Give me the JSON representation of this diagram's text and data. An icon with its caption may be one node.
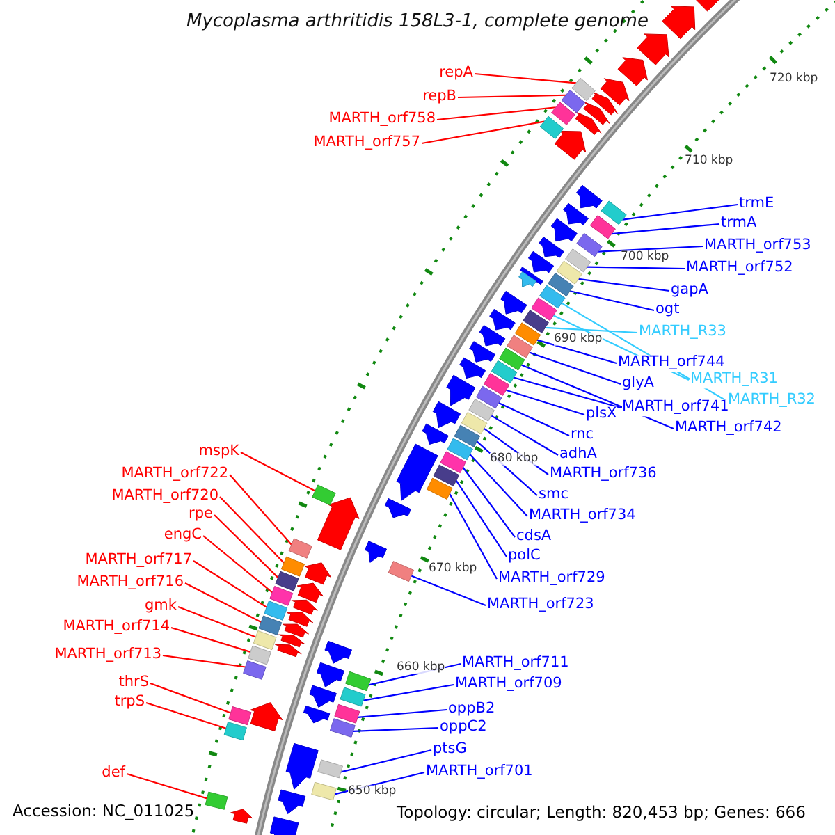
{
  "diagram": {
    "title": "Mycoplasma arthritidis 158L3-1, complete genome",
    "nodes": [
      {
        "text": [
          "repA"
        ]
      },
      {
        "text": [
          "repB"
        ]
      },
      {
        "text": [
          "MARTH_orf758"
        ]
      },
      {
        "text": [
          "MARTH_orf757"
        ]
      },
      {
        "text": [
          "trmE"
        ]
      },
      {
        "text": [
          "trmA"
        ]
      },
      {
        "text": [
          "MARTH_orf753"
        ]
      },
      {
        "text": [
          "MARTH_orf752"
        ]
      },
      {
        "text": [
          "gapA"
        ]
      },
      {
        "text": [
          "ogt"
        ]
      },
      {
        "text": [
          "MARTH_R33"
        ]
      },
      {
        "text": [
          "MARTH_orf744"
        ]
      },
      {
        "text": [
          "MARTH_R31"
        ]
      },
      {
        "text": [
          "glyA"
        ]
      },
      {
        "text": [
          "MARTH_R32"
        ]
      },
      {
        "text": [
          "MARTH_orf741"
        ]
      },
      {
        "text": [
          "plsX"
        ]
      },
      {
        "text": [
          "MARTH_orf742"
        ]
      },
      {
        "text": [
          "rnc"
        ]
      },
      {
        "text": [
          "adhA"
        ]
      },
      {
        "text": [
          "MARTH_orf736"
        ]
      },
      {
        "text": [
          "smc"
        ]
      },
      {
        "text": [
          "MARTH_orf734"
        ]
      },
      {
        "text": [
          "cdsA"
        ]
      },
      {
        "text": [
          "polC"
        ]
      },
      {
        "text": [
          "MARTH_orf729"
        ]
      },
      {
        "text": [
          "MARTH_orf723"
        ]
      },
      {
        "text": [
          "mspK"
        ]
      },
      {
        "text": [
          "MARTH_orf722"
        ]
      },
      {
        "text": [
          "MARTH_orf720"
        ]
      },
      {
        "text": [
          "rpe"
        ]
      },
      {
        "text": [
          "engC"
        ]
      },
      {
        "text": [
          "MARTH_orf717"
        ]
      },
      {
        "text": [
          "MARTH_orf716"
        ]
      },
      {
        "text": [
          "gmk"
        ]
      },
      {
        "text": [
          "MARTH_orf714"
        ]
      },
      {
        "text": [
          "MARTH_orf713"
        ]
      },
      {
        "text": [
          "thrS"
        ]
      },
      {
        "text": [
          "trpS"
        ]
      },
      {
        "text": [
          "def"
        ]
      },
      {
        "text": [
          "MARTH_orf711"
        ]
      },
      {
        "text": [
          "MARTH_orf709"
        ]
      },
      {
        "text": [
          "oppB2"
        ]
      },
      {
        "text": [
          "oppC2"
        ]
      },
      {
        "text": [
          "ptsG"
        ]
      },
      {
        "text": [
          "MARTH_orf701"
        ]
      },
      {
        "text": [],
        "shape": "bar"
      },
      {
        "text": [],
        "shape": "bar"
      },
      {
        "text": [],
        "shape": "bar"
      },
      {
        "text": [],
        "shape": "bar"
      },
      {
        "text": [],
        "shape": "bar"
      },
      {
        "text": [],
        "shape": "bar"
      },
      {
        "text": [],
        "shape": "bar"
      },
      {
        "text": [],
        "shape": "bar"
      },
      {
        "text": [],
        "shape": "bar"
      },
      {
        "text": [],
        "shape": "bar"
      },
      {
        "text": [],
        "shape": "bar"
      },
      {
        "text": [],
        "shape": "bar"
      },
      {
        "text": [],
        "shape": "bar"
      },
      {
        "text": [],
        "shape": "bar"
      },
      {
        "text": [],
        "shape": "bar"
      },
      {
        "text": [],
        "shape": "bar"
      },
      {
        "text": [],
        "shape": "bar"
      },
      {
        "text": [],
        "shape": "bar"
      },
      {
        "text": [],
        "shape": "bar"
      },
      {
        "text": [],
        "shape": "bar"
      },
      {
        "text": [],
        "shape": "bar"
      },
      {
        "text": [],
        "shape": "bar"
      },
      {
        "text": [],
        "shape": "bar"
      },
      {
        "text": [],
        "shape": "bar"
      },
      {
        "text": [],
        "shape": "bar"
      },
      {
        "text": [],
        "shape": "bar"
      },
      {
        "text": [],
        "shape": "bar"
      },
      {
        "text": [],
        "shape": "bar"
      },
      {
        "text": [],
        "shape": "bar"
      },
      {
        "text": [],
        "shape": "bar"
      },
      {
        "text": [],
        "shape": "bar"
      },
      {
        "text": [],
        "shape": "bar"
      },
      {
        "text": [],
        "shape": "bar"
      },
      {
        "text": [],
        "shape": "bar"
      },
      {
        "text": [],
        "shape": "bar"
      },
      {
        "text": [],
        "shape": "bar"
      },
      {
        "text": [],
        "shape": "bar"
      },
      {
        "text": [],
        "shape": "bar"
      },
      {
        "text": [],
        "shape": "bar"
      },
      {
        "text": [],
        "shape": "bar"
      },
      {
        "text": [],
        "shape": "bar"
      },
      {
        "text": [],
        "shape": "bar"
      },
      {
        "text": [],
        "shape": "bar"
      },
      {
        "text": [],
        "shape": "bar"
      },
      {
        "text": [],
        "shape": "bar"
      },
      {
        "text": [],
        "shape": "bar"
      }
    ],
    "edges": [
      {
        "from": 0,
        "to": 46,
        "arrow": "none",
        "color": "#ff0000"
      },
      {
        "from": 1,
        "to": 47,
        "arrow": "none",
        "color": "#ff0000"
      },
      {
        "from": 2,
        "to": 48,
        "arrow": "none",
        "color": "#ff0000"
      },
      {
        "from": 3,
        "to": 49,
        "arrow": "none",
        "color": "#ff0000"
      },
      {
        "from": 4,
        "to": 50,
        "arrow": "none"
      },
      {
        "from": 5,
        "to": 51,
        "arrow": "none"
      },
      {
        "from": 6,
        "to": 52,
        "arrow": "none"
      },
      {
        "from": 7,
        "to": 53,
        "arrow": "none"
      },
      {
        "from": 8,
        "to": 54,
        "arrow": "none"
      },
      {
        "from": 9,
        "to": 55,
        "arrow": "none"
      },
      {
        "from": 10,
        "to": 56,
        "arrow": "none",
        "color": "#33ccff"
      },
      {
        "from": 11,
        "to": 57,
        "arrow": "none"
      },
      {
        "from": 12,
        "to": 58,
        "arrow": "none",
        "color": "#33ccff"
      },
      {
        "from": 13,
        "to": 59,
        "arrow": "none"
      },
      {
        "from": 14,
        "to": 60,
        "arrow": "none",
        "color": "#33ccff"
      },
      {
        "from": 15,
        "to": 61,
        "arrow": "none"
      },
      {
        "from": 16,
        "to": 62,
        "arrow": "none"
      },
      {
        "from": 17,
        "to": 63,
        "arrow": "none"
      },
      {
        "from": 18,
        "to": 64,
        "arrow": "none"
      },
      {
        "from": 19,
        "to": 65,
        "arrow": "none"
      },
      {
        "from": 20,
        "to": 66,
        "arrow": "none"
      },
      {
        "from": 21,
        "to": 67,
        "arrow": "none"
      },
      {
        "from": 22,
        "to": 68,
        "arrow": "none"
      },
      {
        "from": 23,
        "to": 69,
        "arrow": "none"
      },
      {
        "from": 24,
        "to": 70,
        "arrow": "none"
      },
      {
        "from": 25,
        "to": 71,
        "arrow": "none"
      },
      {
        "from": 26,
        "to": 72,
        "arrow": "none"
      },
      {
        "from": 27,
        "to": 73,
        "arrow": "none",
        "color": "#ff0000"
      },
      {
        "from": 28,
        "to": 74,
        "arrow": "none",
        "color": "#ff0000"
      },
      {
        "from": 29,
        "to": 75,
        "arrow": "none",
        "color": "#ff0000"
      },
      {
        "from": 30,
        "to": 76,
        "arrow": "none",
        "color": "#ff0000"
      },
      {
        "from": 31,
        "to": 77,
        "arrow": "none",
        "color": "#ff0000"
      },
      {
        "from": 32,
        "to": 78,
        "arrow": "none",
        "color": "#ff0000"
      },
      {
        "from": 33,
        "to": 79,
        "arrow": "none",
        "color": "#ff0000"
      },
      {
        "from": 34,
        "to": 80,
        "arrow": "none",
        "color": "#ff0000"
      },
      {
        "from": 35,
        "to": 81,
        "arrow": "none",
        "color": "#ff0000"
      },
      {
        "from": 36,
        "to": 82,
        "arrow": "none",
        "color": "#ff0000"
      },
      {
        "from": 37,
        "to": 83,
        "arrow": "none",
        "color": "#ff0000"
      },
      {
        "from": 38,
        "to": 84,
        "arrow": "none",
        "color": "#ff0000"
      },
      {
        "from": 39,
        "to": 85,
        "arrow": "none",
        "color": "#ff0000"
      },
      {
        "from": 40,
        "to": 86,
        "arrow": "none"
      },
      {
        "from": 41,
        "to": 87,
        "arrow": "none"
      },
      {
        "from": 42,
        "to": 88,
        "arrow": "none"
      },
      {
        "from": 43,
        "to": 89,
        "arrow": "none"
      },
      {
        "from": 44,
        "to": 90,
        "arrow": "none"
      },
      {
        "from": 45,
        "to": 91,
        "arrow": "none"
      }
    ],
    "labels": [
      "720 kbp",
      "710 kbp",
      "700 kbp",
      "690 kbp",
      "680 kbp",
      "670 kbp",
      "660 kbp",
      "650 kbp",
      "Accession: NC_011025",
      "Topology: circular; Length: 820,453 bp; Genes: 666"
    ]
  }
}
